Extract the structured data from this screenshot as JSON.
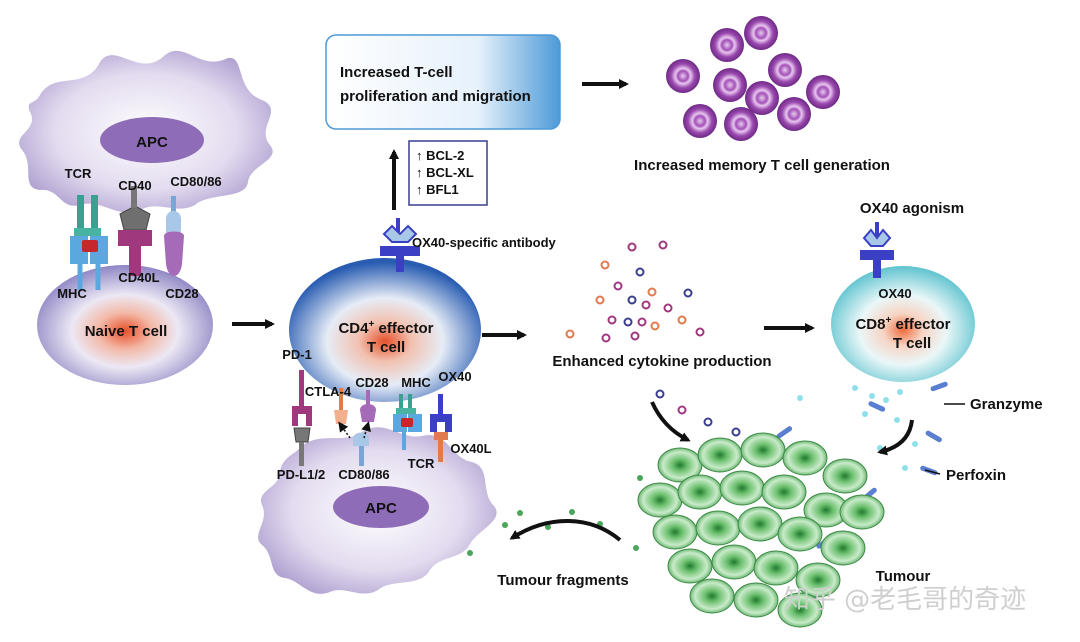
{
  "apc_top": {
    "label": "APC"
  },
  "apc_bottom": {
    "label": "APC"
  },
  "naive_cell": {
    "label": "Naive T cell"
  },
  "receptors_top": {
    "tcr": "TCR",
    "cd40": "CD40",
    "cd80_86": "CD80/86",
    "mhc": "MHC",
    "cd40l": "CD40L",
    "cd28": "CD28"
  },
  "cd4_cell": {
    "label_main": "CD4",
    "label_sup": "+",
    "label_rest": " effector",
    "label_line2": "T cell"
  },
  "receptors_bottom": {
    "pd1": "PD-1",
    "ctla4": "CTLA-4",
    "cd28": "CD28",
    "mhc": "MHC",
    "ox40": "OX40",
    "pdl12": "PD-L1/2",
    "cd80_86": "CD80/86",
    "tcr": "TCR",
    "ox40l": "OX40L"
  },
  "antibody_label": "OX40-specific antibody",
  "proliferation_box": {
    "line1": "Increased T-cell",
    "line2": "proliferation and migration"
  },
  "bcl_box": [
    "BCL-2",
    "BCL-XL",
    "BFL1"
  ],
  "memory_label": "Increased memory T cell generation",
  "cytokine_label": "Enhanced cytokine production",
  "ox40_agonism_label": "OX40 agonism",
  "cd8_cell": {
    "ox40": "OX40",
    "label_main": "CD8",
    "label_sup": "+",
    "label_rest": " effector",
    "label_line2": "T cell"
  },
  "granzyme_label": "Granzyme",
  "perfoxin_label": "Perfoxin",
  "tumour_label": "Tumour",
  "tumour_fragments_label": "Tumour fragments",
  "watermark": "知乎 @老毛哥的奇迹",
  "colors": {
    "apc": "#b9a8d6",
    "apc_nucleus": "#8a68b4",
    "cd4_outer": "#1f4fa8",
    "cd8_outer": "#3ab8c8",
    "tumour_cell": "#4cae56",
    "memory_cell": "#8e3fa3",
    "ox40": "#3a3fc4"
  }
}
